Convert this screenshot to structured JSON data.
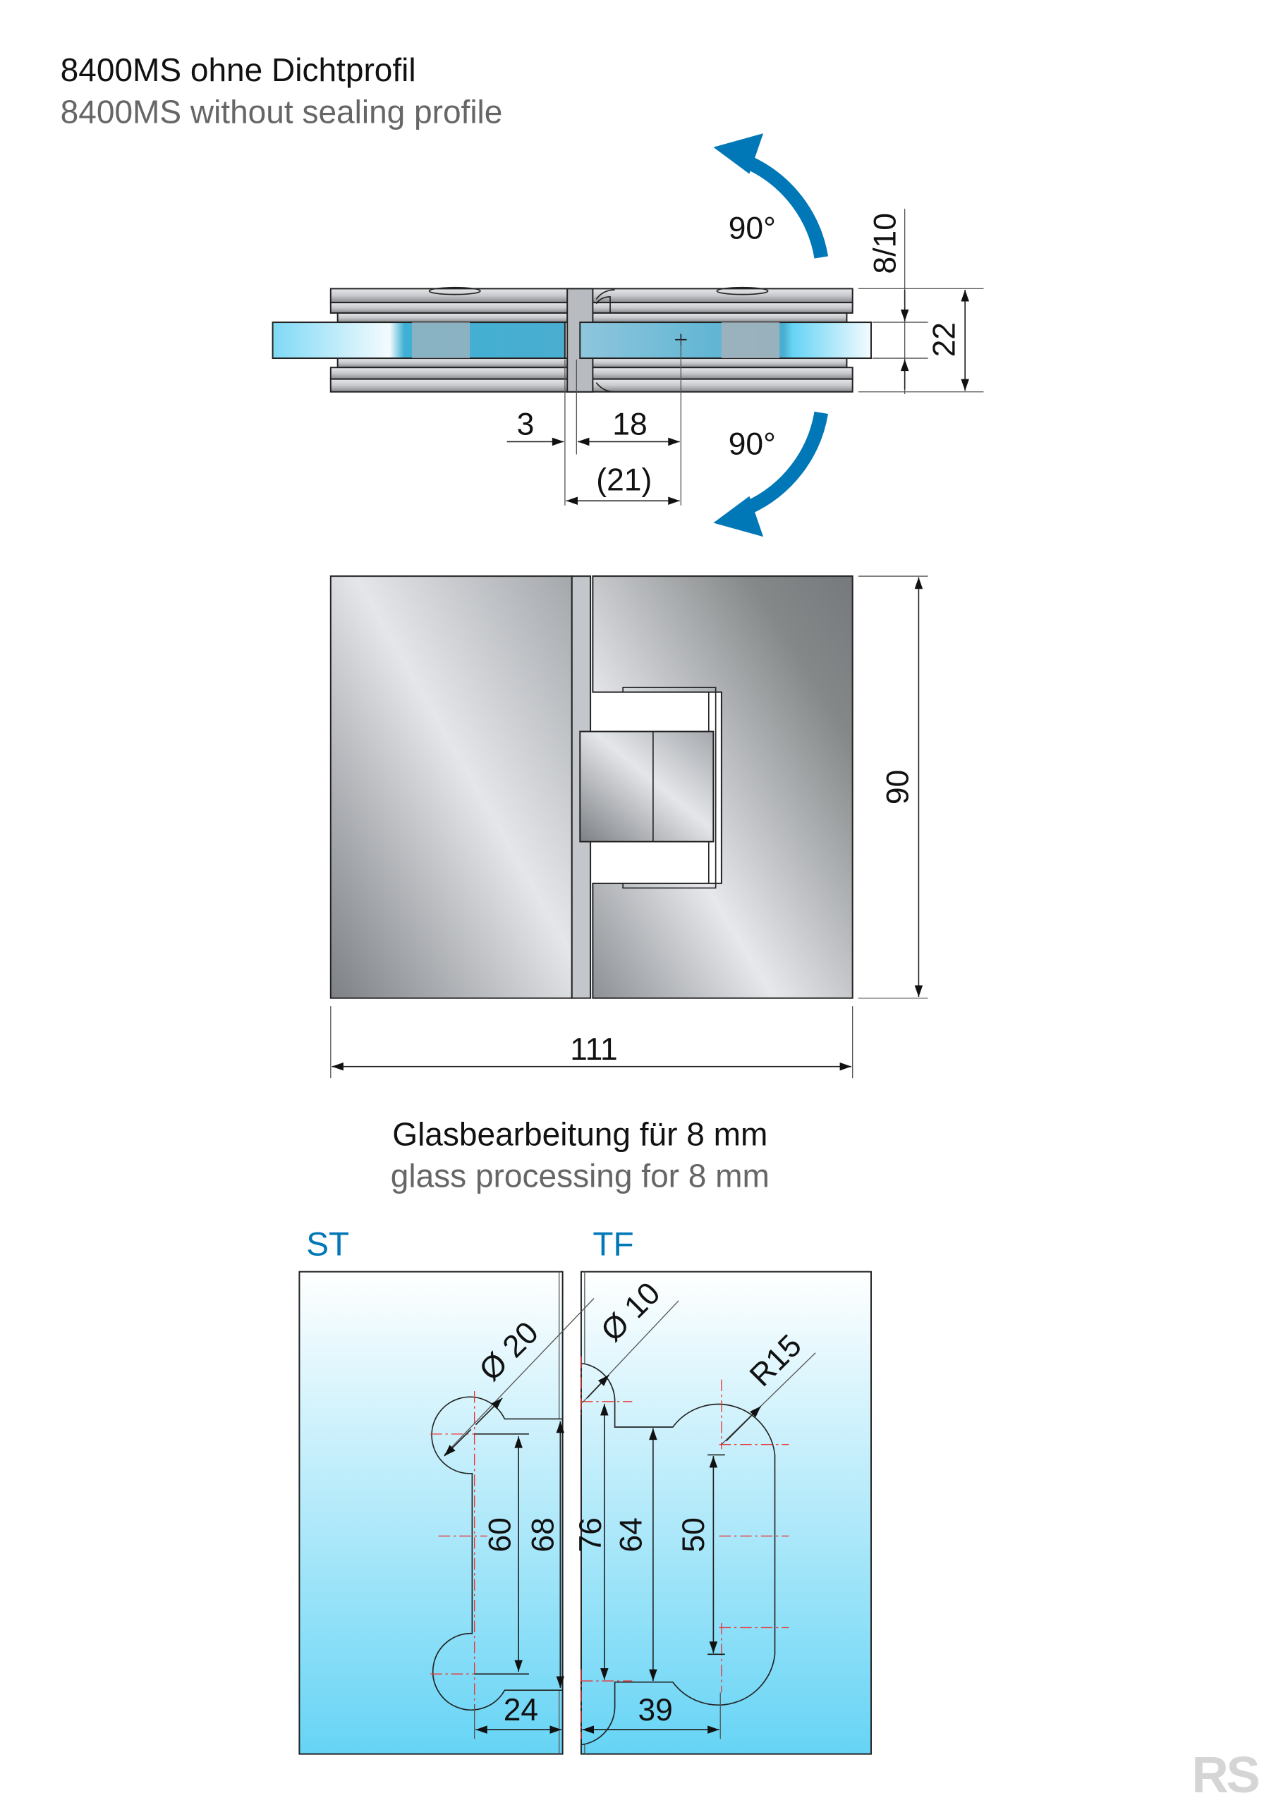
{
  "header": {
    "title_de": "8400MS ohne Dichtprofil",
    "title_en": "8400MS without sealing profile"
  },
  "top_view": {
    "rotation_up": "90°",
    "rotation_down": "90°",
    "dim_glass_thickness": "8/10",
    "dim_height": "22",
    "dim_gap": "3",
    "dim_offset": "18",
    "dim_total": "(21)",
    "arrow_color": "#0077B6"
  },
  "front_view": {
    "dim_height": "90",
    "dim_width": "111"
  },
  "glass_section": {
    "title_de": "Glasbearbeitung für 8 mm",
    "title_en": "glass processing for 8 mm",
    "label_left": "ST",
    "label_right": "TF",
    "label_color": "#0077B6",
    "dims": {
      "d20": "Ø 20",
      "d10": "Ø 10",
      "r15": "R15",
      "d60": "60",
      "d68": "68",
      "d76": "76",
      "d64": "64",
      "d50": "50",
      "d24": "24",
      "d39": "39"
    }
  },
  "logo": {
    "text": "RS"
  }
}
